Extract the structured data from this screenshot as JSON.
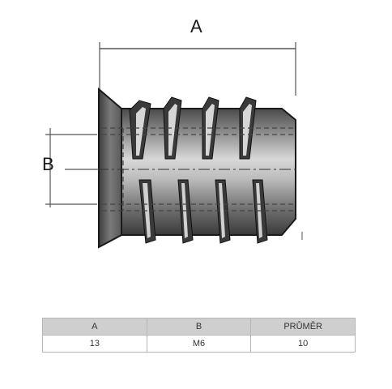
{
  "diagram": {
    "dimension_a_label": "A",
    "dimension_b_label": "B"
  },
  "spec_table": {
    "headers": [
      "A",
      "B",
      "PRŮMĚR"
    ],
    "row": [
      "13",
      "M6",
      "10"
    ]
  }
}
